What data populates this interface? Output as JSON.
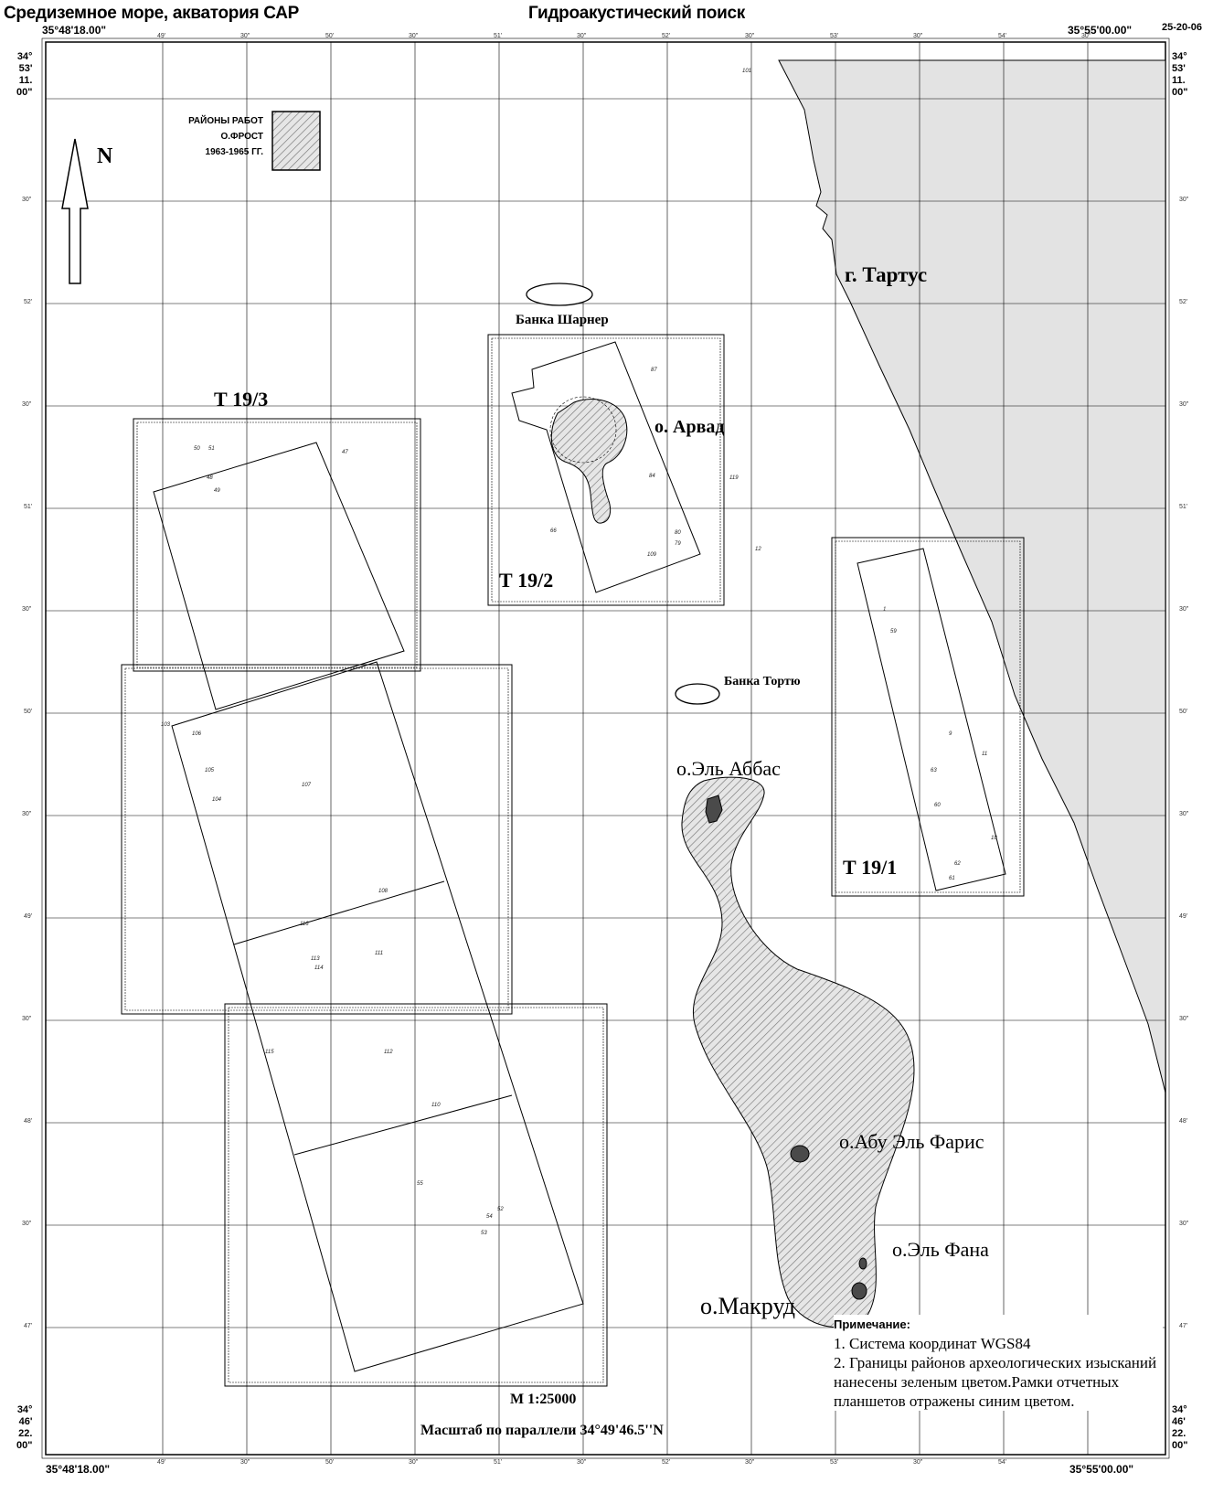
{
  "header": {
    "left_title": "Средиземное море, акватория САР",
    "center_title": "Гидроакустический поиск",
    "date": "25-20-06"
  },
  "corners": {
    "top_left_lon": "35°48'18.00\"",
    "top_right_lon": "35°55'00.00\"",
    "bottom_left_lon": "35°48'18.00\"",
    "bottom_right_lon": "35°55'00.00\"",
    "top_lat": [
      "34°",
      "53'",
      "11.",
      "00\""
    ],
    "bottom_lat": [
      "34°",
      "46'",
      "22.",
      "00\""
    ]
  },
  "ticks": {
    "top": [
      "49'",
      "30\"",
      "50'",
      "30\"",
      "51'",
      "30\"",
      "52'",
      "30\"",
      "53'",
      "30\"",
      "54'",
      "30\""
    ],
    "side": [
      "30\"",
      "52'",
      "30\"",
      "51'",
      "30\"",
      "50'",
      "30\"",
      "49'",
      "30\"",
      "48'",
      "30\"",
      "47'"
    ]
  },
  "legend": {
    "line1": "РАЙОНЫ РАБОТ",
    "line2": "О.ФРОСТ",
    "line3": "1963-1965 ГГ."
  },
  "north_label": "N",
  "sheets": {
    "t19_3": "Т 19/3",
    "t19_2": "Т 19/2",
    "t19_1": "Т 19/1"
  },
  "places": {
    "tartus": "г. Тартус",
    "sharner": "Банка Шарнер",
    "arvad": "о. Арвад",
    "tortyu": "Банка Тортю",
    "el_abbas": "о.Эль Аббас",
    "abu_el_faris": "о.Абу Эль Фарис",
    "el_fana": "о.Эль Фана",
    "makrud": "о.Макруд"
  },
  "scale": {
    "ratio": "М 1:25000",
    "parallel": "Масштаб по параллели 34°49'46.5''N"
  },
  "notes": {
    "title": "Примечание:",
    "item1": "1. Система координат WGS84",
    "item2": "2. Границы районов археологических изысканий нанесены зеленым цветом.Рамки отчетных планшетов отражены синим цветом."
  },
  "point_labels": {
    "p101": "101",
    "p47": "47",
    "p50": "50",
    "p51": "51",
    "p48": "48",
    "p49": "49",
    "p87": "87",
    "p119": "119",
    "p12": "12",
    "p109": "109",
    "p80": "80",
    "p79": "79",
    "p84": "84",
    "p66": "66",
    "p1": "1",
    "p59": "59",
    "p9": "9",
    "p11": "11",
    "p63": "63",
    "p60": "60",
    "p10": "10",
    "p62": "62",
    "p61": "61",
    "p103": "103",
    "p106": "106",
    "p105": "105",
    "p104": "104",
    "p107": "107",
    "p108": "108",
    "p116": "116",
    "p113": "113",
    "p114": "114",
    "p111": "111",
    "p115": "115",
    "p112": "112",
    "p110": "110",
    "p55": "55",
    "p52": "52",
    "p54": "54",
    "p53": "53"
  },
  "colors": {
    "land": "#e3e3e3",
    "hatch": "#9a9a9a",
    "rock": "#4a4a4a"
  }
}
